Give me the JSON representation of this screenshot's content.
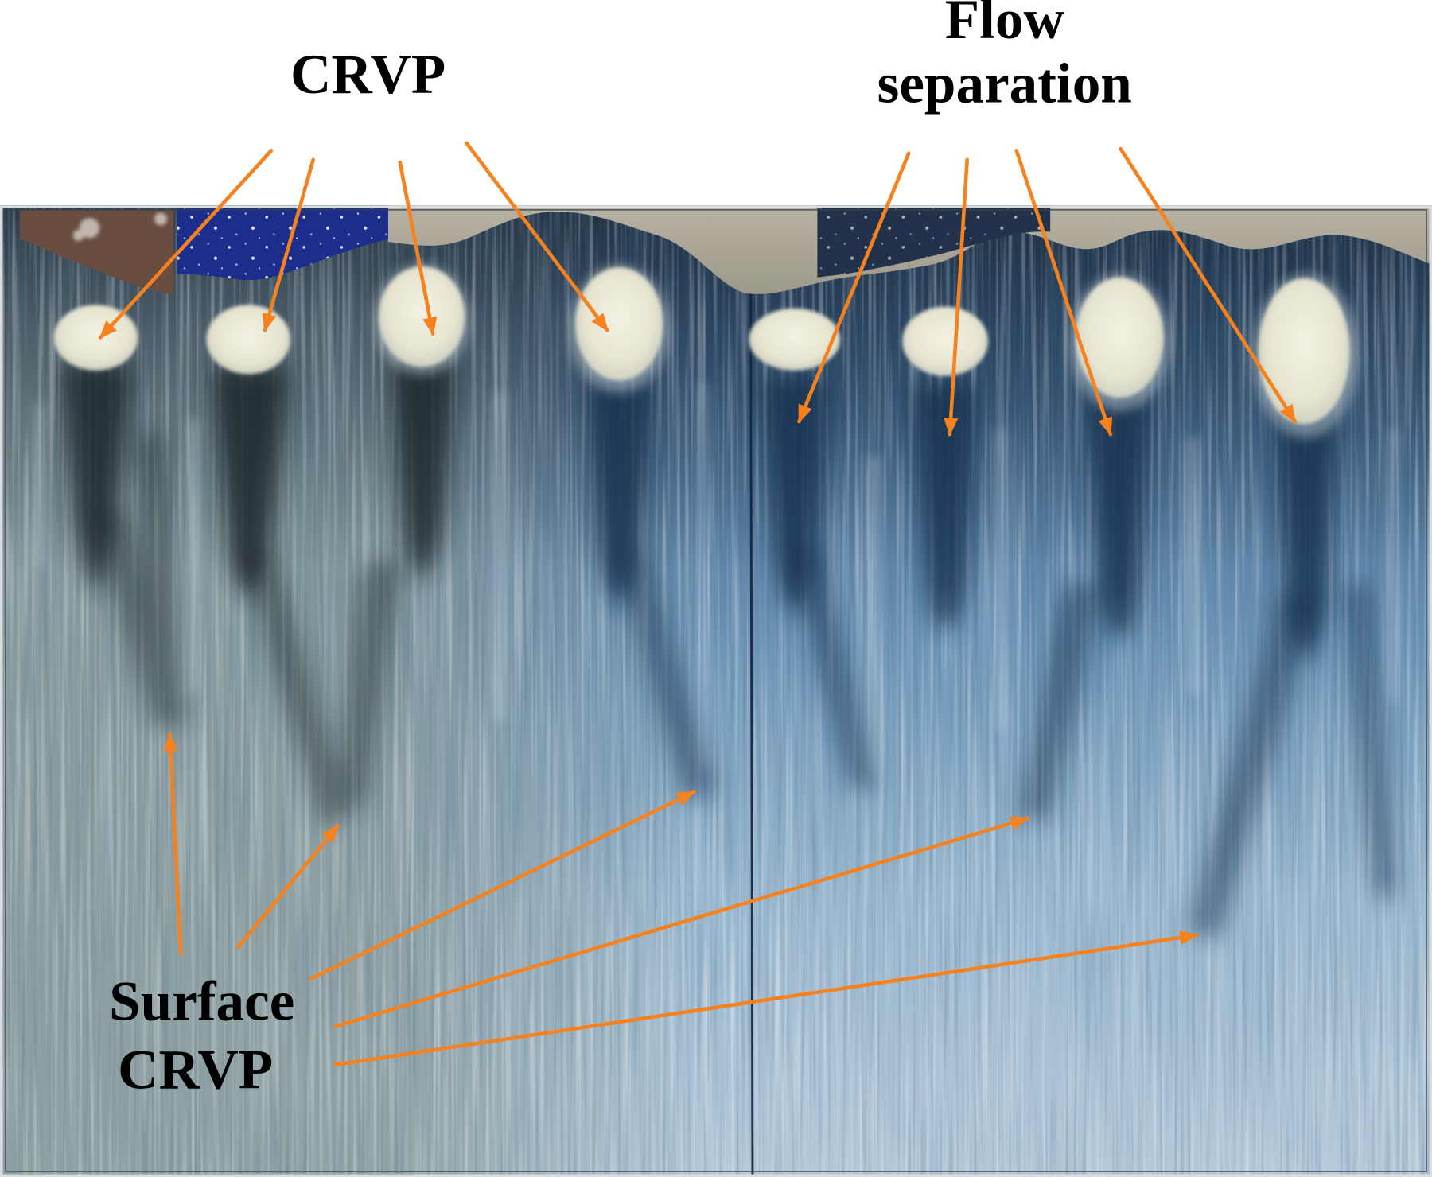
{
  "labels": {
    "crvp": "CRVP",
    "flow_separation": {
      "line1": "Flow",
      "line2": "separation"
    },
    "surface_crvp": {
      "line1": "Surface",
      "line2": "CRVP"
    }
  },
  "colors": {
    "arrow": "#F5821F",
    "label_text": "#000000"
  }
}
